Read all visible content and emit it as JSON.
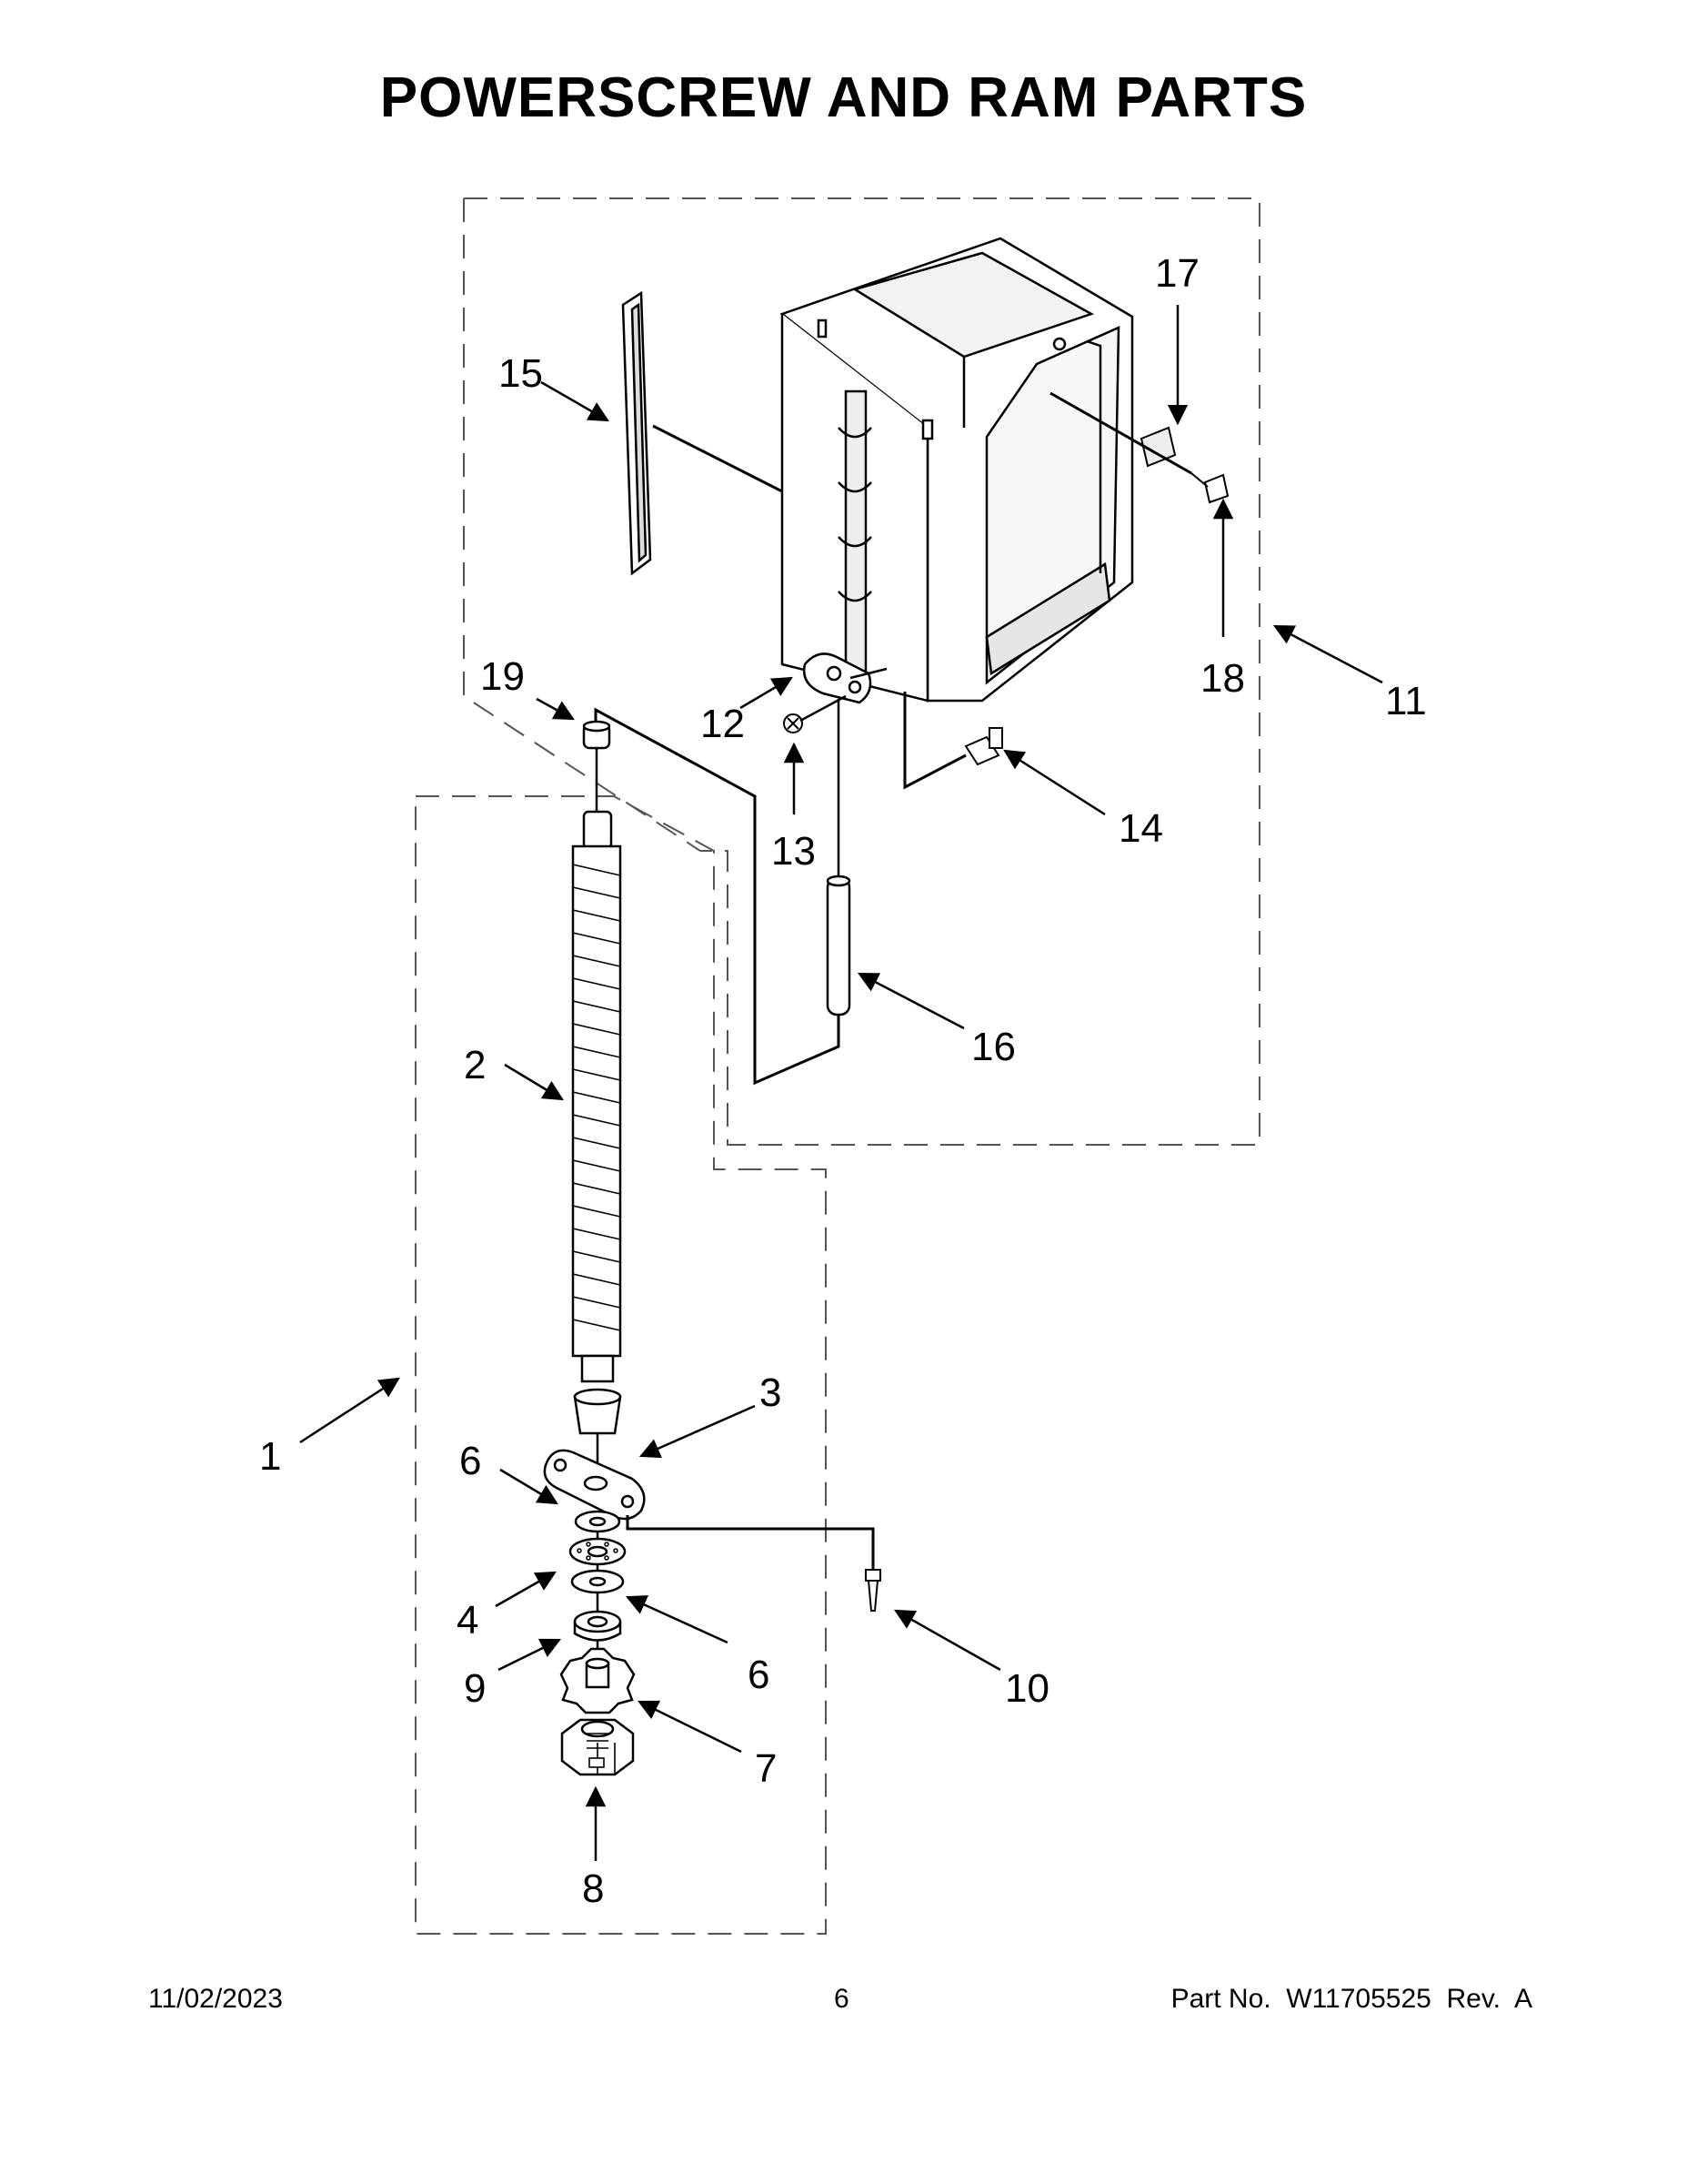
{
  "title": "POWERSCREW AND RAM PARTS",
  "footer": {
    "date": "11/02/2023",
    "page": "6",
    "part": "Part No.  W11705525  Rev.  A"
  },
  "callouts": {
    "c1": "1",
    "c2": "2",
    "c3": "3",
    "c4": "4",
    "c6a": "6",
    "c6b": "6",
    "c7": "7",
    "c8": "8",
    "c9": "9",
    "c10": "10",
    "c11": "11",
    "c12": "12",
    "c13": "13",
    "c14": "14",
    "c15": "15",
    "c16": "16",
    "c17": "17",
    "c18": "18",
    "c19": "19"
  }
}
